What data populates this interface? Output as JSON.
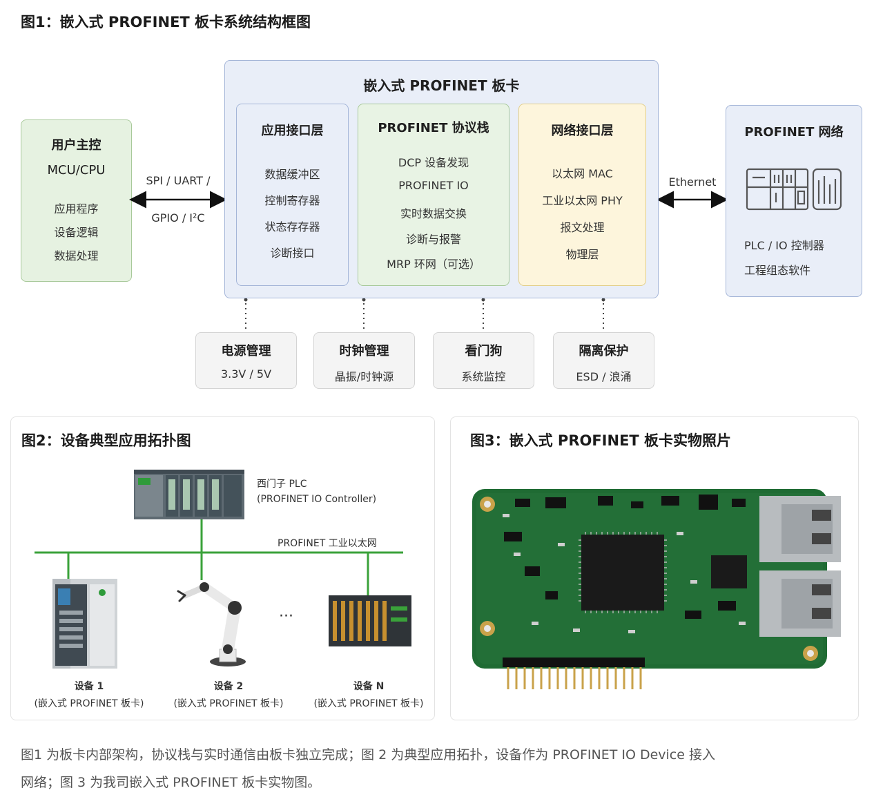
{
  "fig1": {
    "title": "图1：嵌入式 PROFINET 板卡系统结构框图",
    "host": {
      "title": "用户主控",
      "subtitle": "MCU/CPU",
      "items": [
        "应用程序",
        "设备逻辑",
        "数据处理"
      ]
    },
    "host_link": {
      "line1": "SPI / UART /",
      "line2": "GPIO / I²C"
    },
    "board": {
      "title": "嵌入式 PROFINET 板卡",
      "app_layer": {
        "title": "应用接口层",
        "items": [
          "数据缓冲区",
          "控制寄存器",
          "状态存存器",
          "诊断接口"
        ]
      },
      "stack": {
        "title": "PROFINET 协议栈",
        "items": [
          "DCP 设备发现",
          "PROFINET IO",
          "实时数据交换",
          "诊断与报警",
          "MRP 环网（可选）"
        ]
      },
      "net_layer": {
        "title": "网络接口层",
        "items": [
          "以太网 MAC",
          "工业以太网 PHY",
          "报文处理",
          "物理层"
        ]
      }
    },
    "eth_link": "Ethernet",
    "network": {
      "title": "PROFINET 网络",
      "items": [
        "PLC / IO 控制器",
        "工程组态软件"
      ]
    },
    "support": [
      {
        "title": "电源管理",
        "sub": "3.3V / 5V"
      },
      {
        "title": "时钟管理",
        "sub": "晶振/时钟源"
      },
      {
        "title": "看门狗",
        "sub": "系统监控"
      },
      {
        "title": "隔离保护",
        "sub": "ESD / 浪涌"
      }
    ],
    "colors": {
      "board_bg": "#e9eef8",
      "board_border": "#9fb1d6",
      "host_bg": "#e6f2e1",
      "host_border": "#9fc38f",
      "net_bg": "#fdf5dc",
      "net_border": "#e3cf8a",
      "stack_bg": "#e8f3e4"
    }
  },
  "fig2": {
    "title": "图2：设备典型应用拓扑图",
    "plc": {
      "line1": "西门子 PLC",
      "line2": "(PROFINET IO Controller)"
    },
    "bus_label": "PROFINET 工业以太网",
    "ellipsis": "···",
    "devices": [
      {
        "name": "设备 1",
        "sub": "(嵌入式 PROFINET 板卡)"
      },
      {
        "name": "设备 2",
        "sub": "(嵌入式 PROFINET 板卡)"
      },
      {
        "name": "设备 N",
        "sub": "(嵌入式 PROFINET 板卡)"
      }
    ],
    "colors": {
      "bus": "#3aa23a"
    }
  },
  "fig3": {
    "title": "图3：嵌入式 PROFINET 板卡实物照片",
    "colors": {
      "pcb": "#1f6b33",
      "pcb_dark": "#174f27",
      "gold": "#c9a24a"
    }
  },
  "caption": {
    "line1": "图1 为板卡内部架构，协议栈与实时通信由板卡独立完成；图 2 为典型应用拓扑，设备作为 PROFINET IO Device 接入",
    "line2": "网络；图 3 为我司嵌入式 PROFINET 板卡实物图。"
  }
}
